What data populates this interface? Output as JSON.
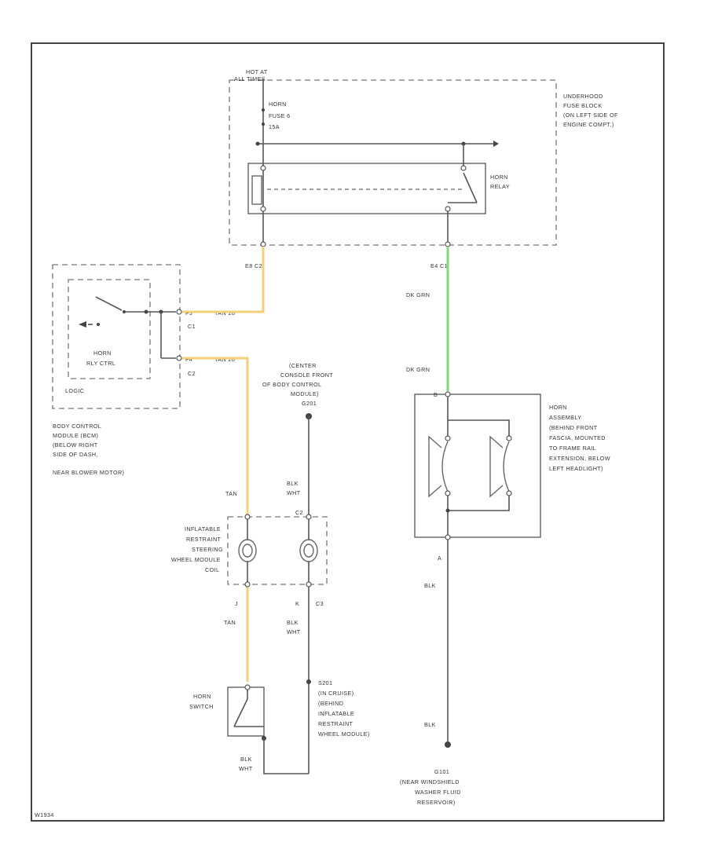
{
  "ufb": {
    "hot_at": [
      "HOT AT",
      "ALL TIMES"
    ],
    "fuse": [
      "HORN",
      "FUSE 6",
      "15A"
    ],
    "label": [
      "UNDERHOOD",
      "FUSE BLOCK",
      "(ON LEFT SIDE OF",
      "ENGINE COMPT.)"
    ],
    "relay": [
      "HORN",
      "RELAY"
    ],
    "conn_left": "E8 C2",
    "conn_right": "E4 C1"
  },
  "bcm": {
    "c1": "C1",
    "c2": "C2",
    "pin_c1": "F3",
    "pin_c2": "F4",
    "wire_c1": "TAN 28",
    "wire_c2": "TAN 28",
    "ctrl": [
      "HORN",
      "RLY CTRL"
    ],
    "logic": "LOGIC",
    "label": [
      "BODY CONTROL",
      "MODULE (BCM)",
      "(BELOW RIGHT",
      "SIDE OF DASH,",
      "NEAR BLOWER MOTOR)"
    ]
  },
  "g201": [
    "(CENTER",
    "CONSOLE FRONT",
    "OF BODY CONTROL",
    "MODULE)",
    "G201"
  ],
  "wires": {
    "dk_grn_1": "DK GRN",
    "dk_grn_2": "DK GRN",
    "tan_1": "TAN",
    "tan_2": "TAN",
    "blk_wht_1": [
      "BLK",
      "WHT"
    ],
    "blk_wht_2": [
      "BLK",
      "WHT"
    ],
    "blk_wht_3": [
      "BLK",
      "WHT"
    ],
    "blk_1": "BLK",
    "blk_2": "BLK"
  },
  "horn": {
    "pin_top": "B",
    "pin_bot": "A",
    "label": [
      "HORN",
      "ASSEMBLY",
      "(BEHIND FRONT",
      "FASCIA, MOUNTED",
      "TO FRAME RAIL",
      "EXTENSION, BELOW",
      "LEFT HEADLIGHT)"
    ]
  },
  "coil": {
    "label": [
      "INFLATABLE",
      "RESTRAINT",
      "STEERING",
      "WHEEL MODULE",
      "COIL"
    ],
    "c2": "C2",
    "c3": "C3",
    "pin_j": "J",
    "pin_k": "K"
  },
  "switch": [
    "HORN",
    "SWITCH"
  ],
  "s201": [
    "S201",
    "(IN CRUISE)",
    "(BEHIND",
    "INFLATABLE",
    "RESTRAINT",
    "WHEEL MODULE)"
  ],
  "g101": [
    "G101",
    "(NEAR WINDSHIELD",
    "WASHER FLUID",
    "RESERVOIR)"
  ],
  "footer_code": "W1934"
}
